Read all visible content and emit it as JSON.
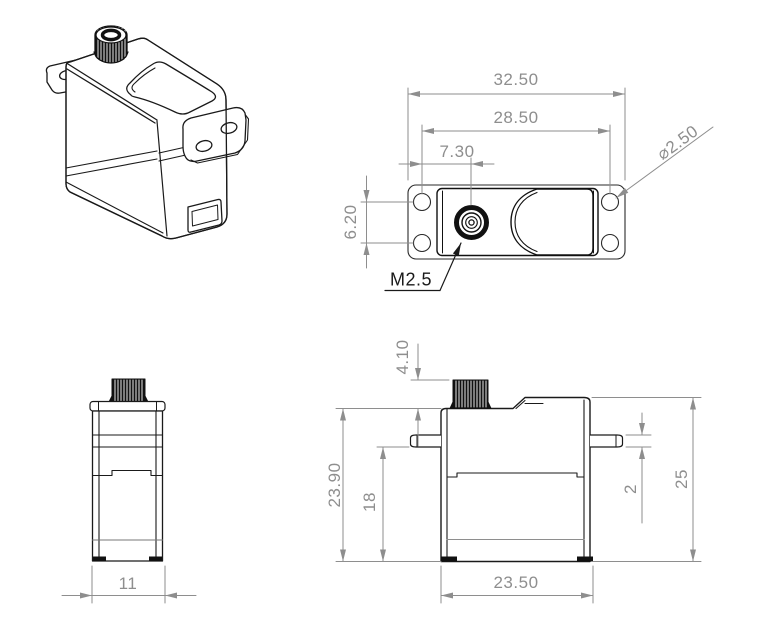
{
  "drawing": {
    "type": "technical-dimension-drawing",
    "subject": "micro servo",
    "background_color": "#ffffff",
    "line_color": "#1a1a1a",
    "dimension_color": "#8e8e8e",
    "views": {
      "isometric": {
        "label": "isometric-view"
      },
      "top": {
        "dims": {
          "overall_width": "32.50",
          "hole_spacing": "28.50",
          "shaft_offset": "7.30",
          "hole_diameter": "⌀2.50",
          "hole_row_spacing": "6.20",
          "shaft_thread": "M2.5"
        }
      },
      "side": {
        "dims": {
          "width": "11"
        }
      },
      "front": {
        "dims": {
          "spline_height": "4.10",
          "upper_height": "23.90",
          "lower_height": "18",
          "tab_thickness": "2",
          "overall_height": "25",
          "body_width": "23.50"
        }
      }
    }
  }
}
